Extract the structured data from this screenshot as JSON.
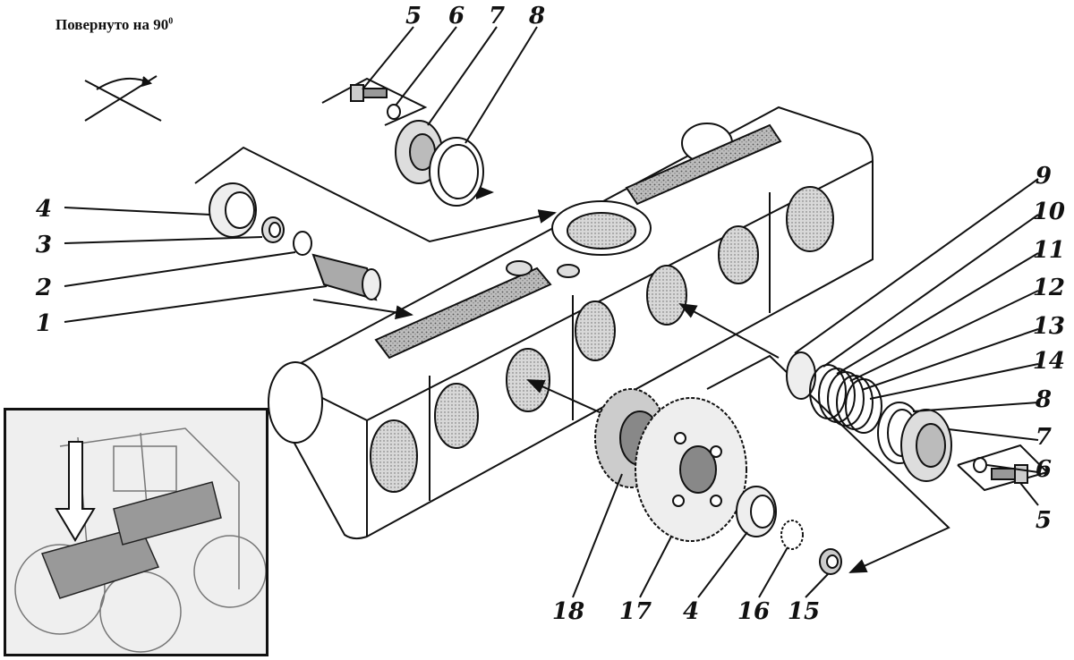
{
  "header": {
    "rotation_note": "Повернуто на 90",
    "rotation_degree_mark": "0",
    "top_right_fragment": "..."
  },
  "callouts": [
    {
      "id": "1"
    },
    {
      "id": "2"
    },
    {
      "id": "3"
    },
    {
      "id": "4"
    },
    {
      "id": "5"
    },
    {
      "id": "6"
    },
    {
      "id": "7"
    },
    {
      "id": "8"
    },
    {
      "id": "5"
    },
    {
      "id": "6"
    },
    {
      "id": "7"
    },
    {
      "id": "8"
    },
    {
      "id": "9"
    },
    {
      "id": "10"
    },
    {
      "id": "11"
    },
    {
      "id": "12"
    },
    {
      "id": "13"
    },
    {
      "id": "14"
    },
    {
      "id": "18"
    },
    {
      "id": "17"
    },
    {
      "id": "4"
    },
    {
      "id": "16"
    },
    {
      "id": "15"
    }
  ],
  "icons": {
    "rotation_symbol": "rotation-axis-icon",
    "arrow": "down-arrow-icon"
  }
}
